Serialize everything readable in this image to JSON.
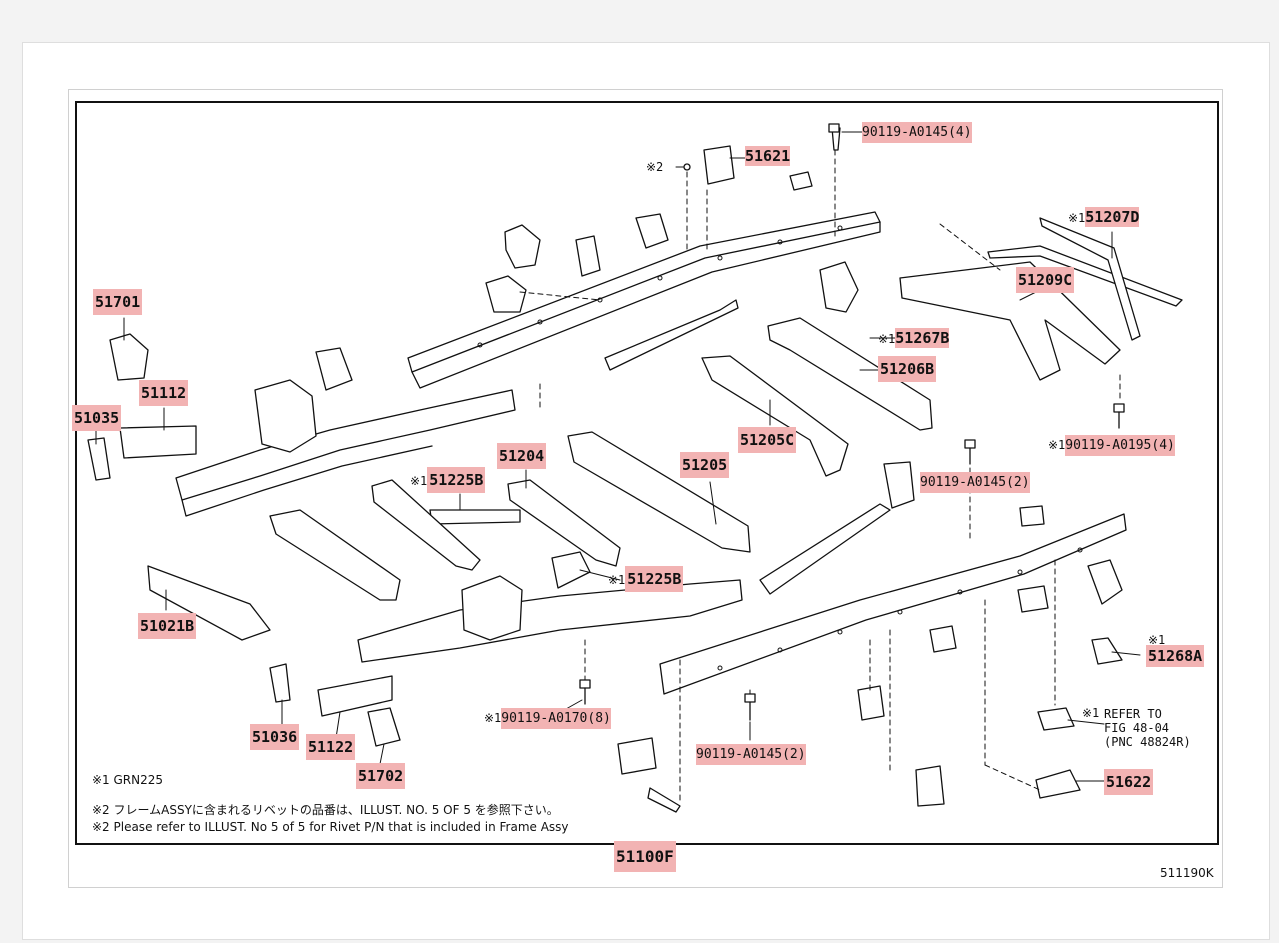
{
  "colors": {
    "highlight": "#f2b3b3",
    "line": "#111111"
  },
  "parts": {
    "p51621": "51621",
    "bolt_top": "90119-A0145(4)",
    "rivet_mark": "※2",
    "p51207d": "51207D",
    "p51207d_mark": "※1",
    "p51701": "51701",
    "p51112": "51112",
    "p51035": "51035",
    "p51209c": "51209C",
    "p51267b": "51267B",
    "p51267b_mark": "※1",
    "p51206b": "51206B",
    "p51205c": "51205C",
    "p51204": "51204",
    "p51205": "51205",
    "p51225b_a": "51225B",
    "p51225b_a_mark": "※1",
    "bolt_r1": "90119-A0195(4)",
    "bolt_r1_mark": "※1",
    "bolt_mid": "90119-A0145(2)",
    "p51225b_b": "51225B",
    "p51225b_b_mark": "※1",
    "p51021b": "51021B",
    "p51268a": "51268A",
    "p51268a_mark": "※1",
    "refer": [
      "REFER TO",
      "FIG 48-04",
      "(PNC 48824R)"
    ],
    "refer_mark": "※1",
    "bolt_left": "90119-A0170(8)",
    "bolt_left_mark": "※1",
    "p51036": "51036",
    "p51122": "51122",
    "p51702": "51702",
    "bolt_bottom": "90119-A0145(2)",
    "p51622": "51622",
    "p51100f": "51100F"
  },
  "notes": {
    "n1": "※1 GRN225",
    "n2_jp": "※2 フレームASSYに含まれるリベットの品番は、ILLUST. NO. 5 OF 5 を参照下さい。",
    "n2_en": "※2 Please refer to ILLUST. No 5 of 5 for Rivet P/N that is included in Frame Assy"
  },
  "illust_no": "511190K"
}
